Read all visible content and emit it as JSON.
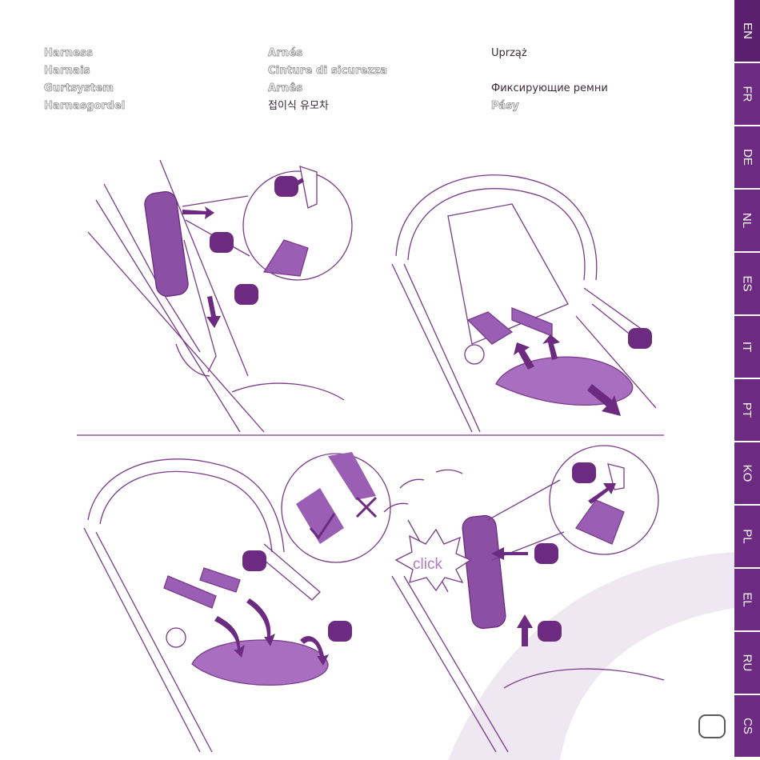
{
  "languages_col1": [
    "Harness",
    "Harnais",
    "Gurtsystem",
    "Harnasgordel"
  ],
  "languages_col2": [
    "Arnés",
    "Cinture di sicurezza",
    "Arnês",
    "접이식 유모차"
  ],
  "languages_col3": {
    "line1": "Uprząż",
    "line3": "Фиксирующие ремни",
    "line4": "Pásy"
  },
  "tabs": [
    "EN",
    "FR",
    "DE",
    "NL",
    "ES",
    "IT",
    "PT",
    "KO",
    "PL",
    "EL",
    "RU",
    "CS"
  ],
  "click_label": "click",
  "colors": {
    "purple": "#6c2a80",
    "light_purple": "#b07ac8",
    "line": "#7a3a8a"
  }
}
